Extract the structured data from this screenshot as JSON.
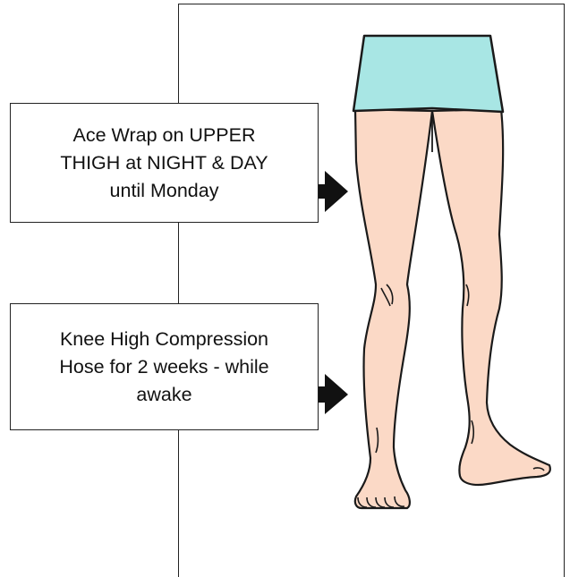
{
  "notes": [
    {
      "lines": [
        "Ace Wrap on UPPER",
        "THIGH at NIGHT & DAY",
        "until Monday"
      ]
    },
    {
      "lines": [
        "Knee High Compression",
        "Hose for 2 weeks - while",
        "awake"
      ]
    }
  ],
  "colors": {
    "shorts": "#a8e6e4",
    "skin": "#fbd9c6",
    "outline": "#1a1a1a",
    "arrow": "#111111"
  },
  "icons": [
    "right-arrow-icon",
    "legs-illustration"
  ]
}
